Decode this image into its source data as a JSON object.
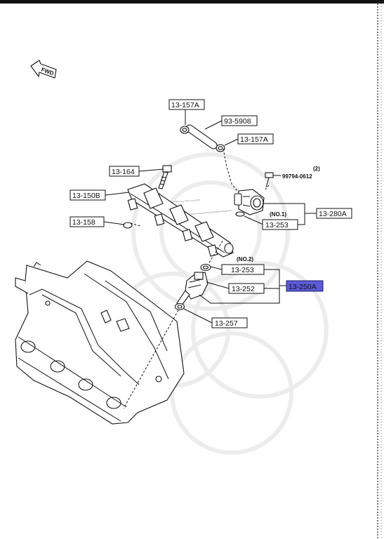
{
  "colors": {
    "highlight": "#5b5bd6",
    "ink": "#111111",
    "watermark": "#ececec"
  },
  "direction_arrow": {
    "label": "FWD"
  },
  "callouts": {
    "c13_157a_top": "13-157A",
    "c93_5908": "93-5908",
    "c13_157a_mid": "13-157A",
    "c13_164": "13-164",
    "c99794": "99794-0612",
    "c99794_qty": "(2)",
    "c13_150b": "13-150B",
    "c13_280a": "13-280A",
    "c13_158": "13-158",
    "c13_253_no1": "13-253",
    "no1_tag": "(NO.1)",
    "c13_253_no2": "13-253",
    "no2_tag": "(NO.2)",
    "c13_252": "13-252",
    "c13_250a": "13-250A",
    "c13_257": "13-257"
  }
}
